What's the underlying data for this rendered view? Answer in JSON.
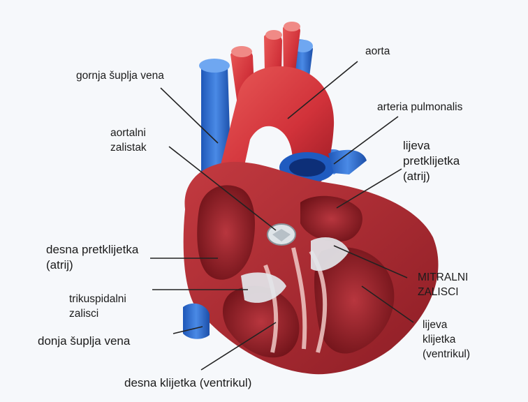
{
  "labels": {
    "gornja_supljavena": "gornja šuplja vena",
    "aorta": "aorta",
    "arteria_pulmonalis": "arteria pulmonalis",
    "aortalni_zalistak": [
      "aortalni",
      "zalistak"
    ],
    "lijeva_pretklijetka": [
      "lijeva",
      "pretklijetka",
      "(atrij)"
    ],
    "desna_pretklijetka": [
      "desna pretklijetka",
      "(atrij)"
    ],
    "mitralni_zalisci": [
      "MITRALNI",
      "ZALISCI"
    ],
    "trikuspidalni_zalisci": [
      "trikuspidalni",
      "zalisci"
    ],
    "donja_supljavena": "donja šuplja vena",
    "lijeva_klijetka": [
      "lijeva",
      "klijetka",
      "(ventrikul)"
    ],
    "desna_klijetka": "desna klijetka (ventrikul)"
  },
  "colors": {
    "vein_blue": "#2f6fd1",
    "artery_red": "#d8323a",
    "muscle_dark": "#8e1d24",
    "valve_white": "#e9ecef",
    "background": "#f6f8fb"
  }
}
